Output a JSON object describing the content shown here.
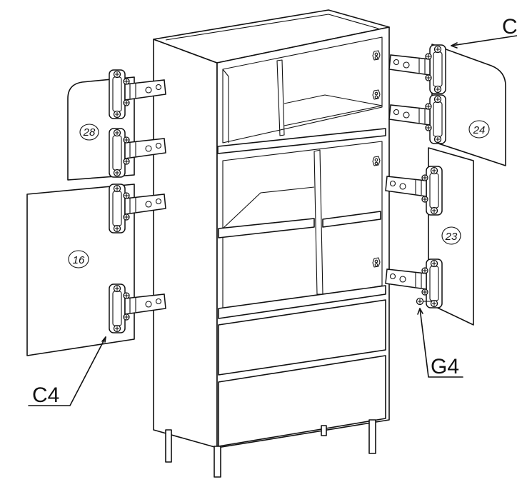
{
  "labels": {
    "door_top_left": "28",
    "door_bottom_left": "16",
    "door_top_right": "24",
    "door_bottom_right": "23",
    "hinge_left": "C4",
    "hinge_right_partial": "C",
    "screw_right": "G4"
  }
}
